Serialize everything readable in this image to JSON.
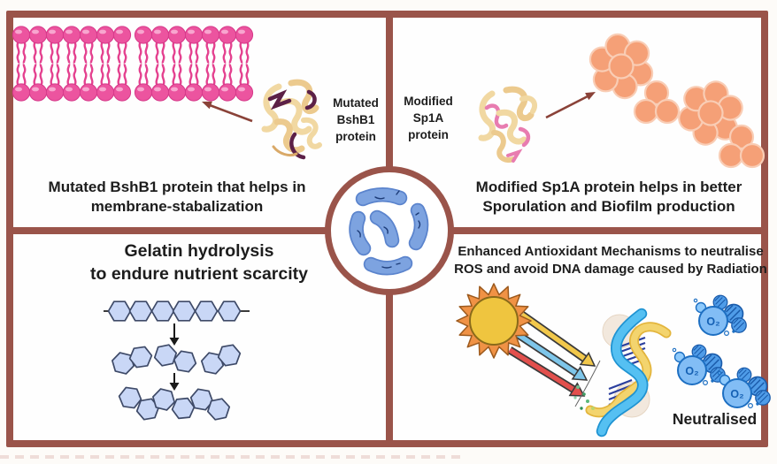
{
  "colors": {
    "frame_brown": "#9a544a",
    "text_dark": "#1d1d1d",
    "membrane_pink": "#ec549f",
    "protein_cream": "#f1d8a2",
    "protein_maroon": "#5c2047",
    "protein_pink": "#e87cb0",
    "spore_orange": "#f5a077",
    "bacteria_blue": "#7da3e0",
    "hexagon_blue": "#c9d7f6",
    "sun_orange": "#f09245",
    "sun_yellow": "#efc53f",
    "ray_yellow": "#f2c84b",
    "ray_blue": "#7ec6ea",
    "ray_red": "#e2504d",
    "dna_blue": "#55c0f2",
    "dna_yellow": "#f3d46e",
    "o2_blue": "#82bdf5"
  },
  "center": {
    "bacteria_count": 5
  },
  "quadrants": {
    "top_left": {
      "protein_label_lines": [
        "Mutated",
        "BshB1",
        "protein"
      ],
      "caption_lines": [
        "Mutated BshB1 protein that helps in",
        "membrane-stabalization"
      ]
    },
    "top_right": {
      "protein_label_lines": [
        "Modified",
        "Sp1A",
        "protein"
      ],
      "caption_lines": [
        "Modified Sp1A protein helps in better",
        "Sporulation and Biofilm production"
      ]
    },
    "bottom_left": {
      "title_lines": [
        "Gelatin hydrolysis",
        "to endure nutrient scarcity"
      ]
    },
    "bottom_right": {
      "title_lines": [
        "Enhanced Antioxidant Mechanisms to neutralise",
        "ROS and avoid DNA damage caused by Radiation"
      ],
      "molecule_label": "O₂",
      "status_label": "Neutralised"
    }
  }
}
